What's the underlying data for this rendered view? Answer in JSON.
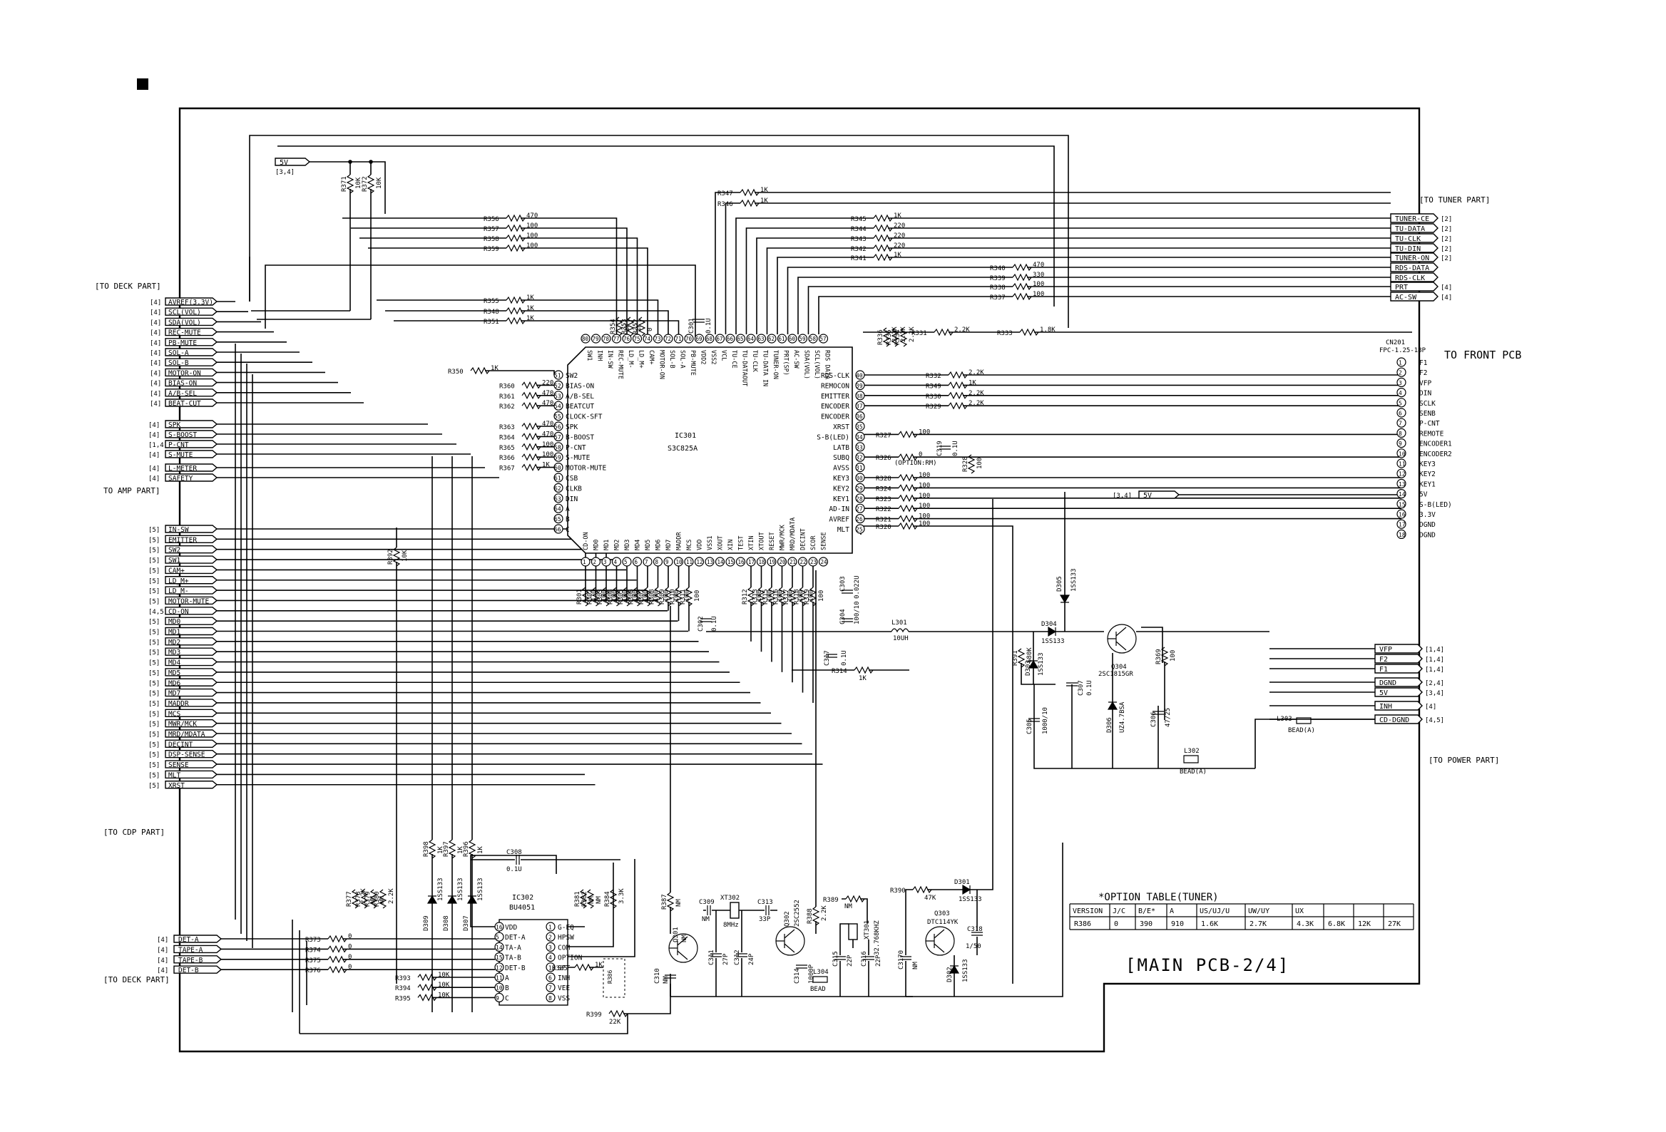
{
  "sheet": {
    "title": "[MAIN PCB-2/4]"
  },
  "section_labels": {
    "to_tuner": "[TO TUNER PART]",
    "to_deck_top": "[TO DECK PART]",
    "to_amp": "TO AMP PART]",
    "to_cdp": "[TO CDP PART]",
    "to_deck_bottom": "[TO DECK PART]",
    "to_front": "TO FRONT PCB",
    "to_power": "[TO POWER PART]"
  },
  "power_flag": {
    "label": "5V",
    "ref": "[3,4]"
  },
  "right_5v_flag": {
    "label": "5V",
    "ref": "[3,4]"
  },
  "pullups": [
    {
      "ref": "R371",
      "value": "10K"
    },
    {
      "ref": "R372",
      "value": "10K"
    }
  ],
  "ic301": {
    "ref": "IC301",
    "part": "S3C825A",
    "left_pins": [
      {
        "num": "51",
        "name": "SW2"
      },
      {
        "num": "52",
        "name": "BIAS-ON"
      },
      {
        "num": "53",
        "name": "A/B-SEL"
      },
      {
        "num": "54",
        "name": "BEATCUT"
      },
      {
        "num": "55",
        "name": "CLOCK-SFT"
      },
      {
        "num": "56",
        "name": "SPK"
      },
      {
        "num": "57",
        "name": "B-BOOST"
      },
      {
        "num": "58",
        "name": "P-CNT"
      },
      {
        "num": "59",
        "name": "S-MUTE"
      },
      {
        "num": "60",
        "name": "MOTOR-MUTE"
      },
      {
        "num": "61",
        "name": "CSB"
      },
      {
        "num": "62",
        "name": "CLKB"
      },
      {
        "num": "63",
        "name": "DIN"
      },
      {
        "num": "64",
        "name": "A"
      },
      {
        "num": "65",
        "name": "B"
      },
      {
        "num": "66",
        "name": "C"
      }
    ],
    "right_pins": [
      {
        "num": "40",
        "name": "RDS-CLK"
      },
      {
        "num": "39",
        "name": "REMOCON"
      },
      {
        "num": "38",
        "name": "EMITTER"
      },
      {
        "num": "37",
        "name": "ENCODER"
      },
      {
        "num": "36",
        "name": "ENCODER"
      },
      {
        "num": "35",
        "name": "XRST"
      },
      {
        "num": "34",
        "name": "S-B(LED)"
      },
      {
        "num": "33",
        "name": "LATB"
      },
      {
        "num": "32",
        "name": "SUBQ"
      },
      {
        "num": "31",
        "name": "AVSS"
      },
      {
        "num": "30",
        "name": "KEY3"
      },
      {
        "num": "29",
        "name": "KEY2"
      },
      {
        "num": "28",
        "name": "KEY1"
      },
      {
        "num": "27",
        "name": "AD-IN"
      },
      {
        "num": "26",
        "name": "AVREF"
      },
      {
        "num": "25",
        "name": "MLT"
      }
    ],
    "top_pins": [
      {
        "num": "80",
        "name": "SW1"
      },
      {
        "num": "79",
        "name": "INH"
      },
      {
        "num": "78",
        "name": "IN-SW"
      },
      {
        "num": "77",
        "name": "REC-MUTE"
      },
      {
        "num": "76",
        "name": "LD_M-"
      },
      {
        "num": "75",
        "name": "LD_M+"
      },
      {
        "num": "74",
        "name": "CAM+"
      },
      {
        "num": "73",
        "name": "MOTOR-ON"
      },
      {
        "num": "72",
        "name": "SOL-B"
      },
      {
        "num": "71",
        "name": "SOL-A"
      },
      {
        "num": "70",
        "name": "PB-MUTE"
      },
      {
        "num": "69",
        "name": "VDD2"
      },
      {
        "num": "68",
        "name": "VSS2"
      },
      {
        "num": "67",
        "name": "VCL"
      },
      {
        "num": "66",
        "name": "TU-CE"
      },
      {
        "num": "65",
        "name": "TU-DATAOUT"
      },
      {
        "num": "64",
        "name": "TU-CLK"
      },
      {
        "num": "63",
        "name": "TU-DATA IN"
      },
      {
        "num": "62",
        "name": "TUNER-ON"
      },
      {
        "num": "61",
        "name": "PRT(SP)"
      },
      {
        "num": "60",
        "name": "AC-SW"
      },
      {
        "num": "59",
        "name": "SDA(VOL)"
      },
      {
        "num": "58",
        "name": "SCL(VOL)"
      },
      {
        "num": "57",
        "name": "RDS DATA"
      }
    ],
    "bottom_pins": [
      {
        "num": "1",
        "name": "CD-ON"
      },
      {
        "num": "2",
        "name": "MD0"
      },
      {
        "num": "3",
        "name": "MD1"
      },
      {
        "num": "4",
        "name": "MD2"
      },
      {
        "num": "5",
        "name": "MD3"
      },
      {
        "num": "6",
        "name": "MD4"
      },
      {
        "num": "7",
        "name": "MD5"
      },
      {
        "num": "8",
        "name": "MD6"
      },
      {
        "num": "9",
        "name": "MD7"
      },
      {
        "num": "10",
        "name": "MADDR"
      },
      {
        "num": "11",
        "name": "MCS"
      },
      {
        "num": "12",
        "name": "VDD"
      },
      {
        "num": "13",
        "name": "VSS1"
      },
      {
        "num": "14",
        "name": "XOUT"
      },
      {
        "num": "15",
        "name": "XIN"
      },
      {
        "num": "16",
        "name": "TEST"
      },
      {
        "num": "17",
        "name": "XTIN"
      },
      {
        "num": "18",
        "name": "XTOUT"
      },
      {
        "num": "19",
        "name": "RESET"
      },
      {
        "num": "20",
        "name": "MWR/MCK"
      },
      {
        "num": "21",
        "name": "MRD/MDATA"
      },
      {
        "num": "22",
        "name": "DECINT"
      },
      {
        "num": "23",
        "name": "SCOR"
      },
      {
        "num": "24",
        "name": "SENSE"
      }
    ]
  },
  "deck_connector": [
    {
      "ref": "[4]",
      "name": "AVREF(3.3V)"
    },
    {
      "ref": "[4]",
      "name": "SCL(VOL)"
    },
    {
      "ref": "[4]",
      "name": "SDA(VOL)"
    },
    {
      "ref": "[4]",
      "name": "REC-MUTE"
    },
    {
      "ref": "[4]",
      "name": "PB-MUTE"
    },
    {
      "ref": "[4]",
      "name": "SOL-A"
    },
    {
      "ref": "[4]",
      "name": "SOL-B"
    },
    {
      "ref": "[4]",
      "name": "MOTOR-ON"
    },
    {
      "ref": "[4]",
      "name": "BIAS-ON"
    },
    {
      "ref": "[4]",
      "name": "A/B-SEL"
    },
    {
      "ref": "[4]",
      "name": "BEAT-CUT"
    }
  ],
  "amp_connector": [
    {
      "ref": "[4]",
      "name": "SPK"
    },
    {
      "ref": "[4]",
      "name": "S-BOOST"
    },
    {
      "ref": "[1,4]",
      "name": "P-CNT"
    },
    {
      "ref": "[4]",
      "name": "S-MUTE"
    },
    {
      "ref": "[4]",
      "name": "L-METER"
    },
    {
      "ref": "[4]",
      "name": "SAFETY"
    }
  ],
  "cdp_connector": [
    {
      "ref": "[5]",
      "name": "IN-SW"
    },
    {
      "ref": "[5]",
      "name": "EMITTER"
    },
    {
      "ref": "[5]",
      "name": "SW2"
    },
    {
      "ref": "[5]",
      "name": "SW1"
    },
    {
      "ref": "[5]",
      "name": "CAM+"
    },
    {
      "ref": "[5]",
      "name": "LD_M+"
    },
    {
      "ref": "[5]",
      "name": "LD_M-"
    },
    {
      "ref": "[5]",
      "name": "MOTOR-MUTE"
    },
    {
      "ref": "[4,5]",
      "name": "CD-ON"
    },
    {
      "ref": "[5]",
      "name": "MD0"
    },
    {
      "ref": "[5]",
      "name": "MD1"
    },
    {
      "ref": "[5]",
      "name": "MD2"
    },
    {
      "ref": "[5]",
      "name": "MD3"
    },
    {
      "ref": "[5]",
      "name": "MD4"
    },
    {
      "ref": "[5]",
      "name": "MD5"
    },
    {
      "ref": "[5]",
      "name": "MD6"
    },
    {
      "ref": "[5]",
      "name": "MD7"
    },
    {
      "ref": "[5]",
      "name": "MADDR"
    },
    {
      "ref": "[5]",
      "name": "MCS"
    },
    {
      "ref": "[5]",
      "name": "MWR/MCK"
    },
    {
      "ref": "[5]",
      "name": "MRD/MDATA"
    },
    {
      "ref": "[5]",
      "name": "DECINT"
    },
    {
      "ref": "[5]",
      "name": "DSP-SENSE"
    },
    {
      "ref": "[5]",
      "name": "SENSE"
    },
    {
      "ref": "[5]",
      "name": "MLT"
    },
    {
      "ref": "[5]",
      "name": "XRST"
    }
  ],
  "deck_bottom_connector": [
    {
      "ref": "[4]",
      "name": "DET-A"
    },
    {
      "ref": "[4]",
      "name": "TAPE-A"
    },
    {
      "ref": "[4]",
      "name": "TAPE-B"
    },
    {
      "ref": "[4]",
      "name": "DET-B"
    }
  ],
  "tuner_connector": [
    {
      "name": "TUNER-CE",
      "ref": "[2]"
    },
    {
      "name": "TU-DATA",
      "ref": "[2]"
    },
    {
      "name": "TU-CLK",
      "ref": "[2]"
    },
    {
      "name": "TU-DIN",
      "ref": "[2]"
    },
    {
      "name": "TUNER-ON",
      "ref": "[2]"
    },
    {
      "name": "RDS-DATA",
      "ref": ""
    },
    {
      "name": "RDS-CLK",
      "ref": ""
    },
    {
      "name": "PRT",
      "ref": "[4]"
    },
    {
      "name": "AC-SW",
      "ref": "[4]"
    }
  ],
  "tuner_resistors": [
    {
      "ref": "R347",
      "value": "1K"
    },
    {
      "ref": "R346",
      "value": "1K"
    },
    {
      "ref": "R345",
      "value": "1K"
    },
    {
      "ref": "R344",
      "value": "220"
    },
    {
      "ref": "R343",
      "value": "220"
    },
    {
      "ref": "R342",
      "value": "220"
    },
    {
      "ref": "R341",
      "value": "1K"
    },
    {
      "ref": "R340",
      "value": "470"
    },
    {
      "ref": "R339",
      "value": "330"
    },
    {
      "ref": "R338",
      "value": "100"
    },
    {
      "ref": "R337",
      "value": "100"
    }
  ],
  "top_resistors": [
    {
      "ref": "R356",
      "value": "470"
    },
    {
      "ref": "R357",
      "value": "100"
    },
    {
      "ref": "R358",
      "value": "100"
    },
    {
      "ref": "R359",
      "value": "100"
    },
    {
      "ref": "R355",
      "value": "1K"
    },
    {
      "ref": "R348",
      "value": "1K"
    },
    {
      "ref": "R351",
      "value": "1K"
    },
    {
      "ref": "R354",
      "value": "1K"
    },
    {
      "ref": "R353",
      "value": "1K"
    },
    {
      "ref": "R352",
      "value": "0"
    },
    {
      "ref": "C301",
      "value": "0.1U"
    },
    {
      "ref": "R331",
      "value": "2.2K"
    },
    {
      "ref": "R333",
      "value": "1.8K"
    }
  ],
  "left_resistors": [
    {
      "ref": "R350",
      "value": "1K"
    },
    {
      "ref": "R360",
      "value": "220"
    },
    {
      "ref": "R361",
      "value": "470"
    },
    {
      "ref": "R362",
      "value": "470"
    },
    {
      "ref": "R363",
      "value": "470"
    },
    {
      "ref": "R364",
      "value": "470"
    },
    {
      "ref": "R365",
      "value": "100"
    },
    {
      "ref": "R366",
      "value": "100"
    },
    {
      "ref": "R367",
      "value": "1K"
    },
    {
      "ref": "R392",
      "value": "10K"
    }
  ],
  "right_resistors": [
    {
      "ref": "R336",
      "value": "2.2K"
    },
    {
      "ref": "R335",
      "value": "2.2K"
    },
    {
      "ref": "R334",
      "value": "2.2K"
    },
    {
      "ref": "R332",
      "value": "2.2K"
    },
    {
      "ref": "R349",
      "value": "1K"
    },
    {
      "ref": "R330",
      "value": "2.2K"
    },
    {
      "ref": "R329",
      "value": "2.2K"
    },
    {
      "ref": "R327",
      "value": "100"
    },
    {
      "ref": "R326",
      "value": "0"
    },
    {
      "ref": "C319",
      "value": "0.1U"
    },
    {
      "ref": "R328",
      "value": "100"
    },
    {
      "ref": "R324",
      "value": "100"
    },
    {
      "ref": "R323",
      "value": "100"
    },
    {
      "ref": "R322",
      "value": "100"
    },
    {
      "ref": "R321",
      "value": "100"
    },
    {
      "ref": "R320",
      "value": "100"
    }
  ],
  "option_rm": "(OPTION:RM)",
  "bottom_resistors": [
    {
      "ref": "R301",
      "value": "470"
    },
    {
      "ref": "R302",
      "value": "100"
    },
    {
      "ref": "R303",
      "value": "100"
    },
    {
      "ref": "R304",
      "value": "100"
    },
    {
      "ref": "R305",
      "value": "100"
    },
    {
      "ref": "R306",
      "value": "100"
    },
    {
      "ref": "R307",
      "value": "100"
    },
    {
      "ref": "R308",
      "value": "100"
    },
    {
      "ref": "R309",
      "value": "100"
    },
    {
      "ref": "R310",
      "value": "100"
    },
    {
      "ref": "R311",
      "value": "100"
    },
    {
      "ref": "R312",
      "value": "100"
    },
    {
      "ref": "R313",
      "value": "100"
    },
    {
      "ref": "R315",
      "value": "100"
    },
    {
      "ref": "R316",
      "value": "100"
    },
    {
      "ref": "R317",
      "value": "100"
    },
    {
      "ref": "R318",
      "value": "100"
    },
    {
      "ref": "R319",
      "value": "100"
    }
  ],
  "power_parts": {
    "c303": {
      "ref": "C303",
      "value": "0.022U"
    },
    "c304": {
      "ref": "C304",
      "value": "100/10"
    },
    "c302": {
      "ref": "C302",
      "value": "0.1U"
    },
    "l301": {
      "ref": "L301",
      "value": "10UH"
    },
    "c317": {
      "ref": "C317",
      "value": "0.1U"
    },
    "r314": {
      "ref": "R314",
      "value": "1K"
    },
    "d305": {
      "ref": "D305",
      "value": "1SS133"
    },
    "d304": {
      "ref": "D304",
      "value": "1SS133"
    },
    "d303": {
      "ref": "D303",
      "value": "1SS133"
    },
    "q304": {
      "ref": "Q304",
      "value": "2SC1815GR"
    },
    "r391": {
      "ref": "R391",
      "value": "680K"
    },
    "r369": {
      "ref": "R369",
      "value": "100"
    },
    "c307": {
      "ref": "C307",
      "value": "0.1U"
    },
    "c305": {
      "ref": "C305",
      "value": "1000/10"
    },
    "d306": {
      "ref": "D306",
      "value": "UZ4.7BSA"
    },
    "c306": {
      "ref": "C306",
      "value": "47/25"
    },
    "l302": {
      "ref": "L302",
      "value": "BEAD(A)"
    },
    "l303": {
      "ref": "L303",
      "value": "BEAD(A)"
    }
  },
  "front_connector": {
    "ref": "CN201",
    "part": "FPC-1.25-18P",
    "pins": [
      {
        "num": "1",
        "name": "F1"
      },
      {
        "num": "2",
        "name": "F2"
      },
      {
        "num": "3",
        "name": "VFP"
      },
      {
        "num": "4",
        "name": "DIN"
      },
      {
        "num": "5",
        "name": "SCLK"
      },
      {
        "num": "6",
        "name": "SENB"
      },
      {
        "num": "7",
        "name": "P-CNT"
      },
      {
        "num": "8",
        "name": "REMOTE"
      },
      {
        "num": "9",
        "name": "ENCODER1"
      },
      {
        "num": "10",
        "name": "ENCODER2"
      },
      {
        "num": "11",
        "name": "KEY3"
      },
      {
        "num": "12",
        "name": "KEY2"
      },
      {
        "num": "13",
        "name": "KEY1"
      },
      {
        "num": "14",
        "name": "5V"
      },
      {
        "num": "15",
        "name": "S-B(LED)"
      },
      {
        "num": "16",
        "name": "3.3V"
      },
      {
        "num": "17",
        "name": "DGND"
      },
      {
        "num": "18",
        "name": "DGND"
      }
    ]
  },
  "power_connector": [
    {
      "name": "VFP",
      "ref": "[1,4]"
    },
    {
      "name": "F2",
      "ref": "[1,4]"
    },
    {
      "name": "F1",
      "ref": "[1,4]"
    },
    {
      "name": "DGND",
      "ref": "[2,4]"
    },
    {
      "name": "5V",
      "ref": "[3,4]"
    },
    {
      "name": "INH",
      "ref": "[4]"
    },
    {
      "name": "CD-DGND",
      "ref": "[4,5]"
    }
  ],
  "ic302": {
    "ref": "IC302",
    "part": "BU4051",
    "left_pins": [
      {
        "num": "16",
        "name": "VDD"
      },
      {
        "num": "5",
        "name": "DET-A"
      },
      {
        "num": "14",
        "name": "TA-A"
      },
      {
        "num": "15",
        "name": "TA-B"
      },
      {
        "num": "12",
        "name": "DET-B"
      },
      {
        "num": "11",
        "name": "A"
      },
      {
        "num": "10",
        "name": "B"
      },
      {
        "num": "9",
        "name": "C"
      }
    ],
    "right_pins": [
      {
        "num": "1",
        "name": "G-EQ"
      },
      {
        "num": "2",
        "name": "HPSW"
      },
      {
        "num": "3",
        "name": "COM"
      },
      {
        "num": "4",
        "name": "OPTION"
      },
      {
        "num": "13",
        "name": "SFT"
      },
      {
        "num": "6",
        "name": "INH"
      },
      {
        "num": "7",
        "name": "VEE"
      },
      {
        "num": "8",
        "name": "VSS"
      }
    ]
  },
  "ic302_resistors": [
    {
      "ref": "R373",
      "value": "0"
    },
    {
      "ref": "R374",
      "value": "0"
    },
    {
      "ref": "R375",
      "value": "0"
    },
    {
      "ref": "R376",
      "value": "0"
    },
    {
      "ref": "R377",
      "value": "2.2K"
    },
    {
      "ref": "R378",
      "value": "NM"
    },
    {
      "ref": "R379",
      "value": "NM"
    },
    {
      "ref": "R380",
      "value": "2.2K"
    },
    {
      "ref": "R393",
      "value": "10K"
    },
    {
      "ref": "R394",
      "value": "10K"
    },
    {
      "ref": "R395",
      "value": "10K"
    },
    {
      "ref": "R398",
      "value": "1K"
    },
    {
      "ref": "R397",
      "value": "1K"
    },
    {
      "ref": "R396",
      "value": "1K"
    },
    {
      "ref": "R381",
      "value": "NM"
    },
    {
      "ref": "R382",
      "value": "NM"
    },
    {
      "ref": "R384",
      "value": "3.3K"
    },
    {
      "ref": "R385",
      "value": "1K"
    },
    {
      "ref": "R399",
      "value": "22K"
    },
    {
      "ref": "R383",
      "value": ""
    }
  ],
  "ic302_diodes": [
    {
      "ref": "D309",
      "value": "1SS133"
    },
    {
      "ref": "D308",
      "value": "1SS133"
    },
    {
      "ref": "D307",
      "value": "1SS133"
    }
  ],
  "c308": {
    "ref": "C308",
    "value": "0.1U"
  },
  "osc_parts": {
    "c309": {
      "ref": "C309",
      "value": "NM"
    },
    "x302": {
      "ref": "XT302",
      "value": "8MHz"
    },
    "c313": {
      "ref": "C313",
      "value": "33P"
    },
    "q301": {
      "ref": "Q301",
      "value": "NM"
    },
    "r387": {
      "ref": "R387",
      "value": "NM"
    },
    "c310": {
      "ref": "C310",
      "value": "NM"
    },
    "c311": {
      "ref": "C311",
      "value": "27P"
    },
    "c312": {
      "ref": "C312",
      "value": "24P"
    },
    "q302": {
      "ref": "Q302",
      "value": "2SC2552"
    },
    "r388": {
      "ref": "R388",
      "value": "2.2K"
    },
    "c314": {
      "ref": "C314",
      "value": "1000P"
    },
    "r389": {
      "ref": "R389",
      "value": "NM"
    },
    "x301": {
      "ref": "XT301",
      "value": "32.768KHZ"
    },
    "c315": {
      "ref": "C315",
      "value": "22P"
    },
    "c316": {
      "ref": "C316",
      "value": "22P"
    },
    "l304": {
      "ref": "L304",
      "value": "BEAD"
    },
    "c3170": {
      "ref": "C3170",
      "value": "NM"
    },
    "r390": {
      "ref": "R390",
      "value": "47K"
    },
    "d301": {
      "ref": "D301",
      "value": "1SS133"
    },
    "q303": {
      "ref": "Q303",
      "value": "DTC114YK"
    },
    "c318": {
      "ref": "C318",
      "value": "1/50"
    },
    "d302": {
      "ref": "D302",
      "value": "1SS133"
    }
  },
  "option_table": {
    "title": "*OPTION TABLE(TUNER)",
    "headers": [
      "VERSION",
      "J/C",
      "B/E*",
      "A",
      "US/UJ/U",
      "UW/UY",
      "UX",
      "",
      "",
      ""
    ],
    "rows": [
      [
        "R386",
        "0",
        "390",
        "910",
        "1.6K",
        "2.7K",
        "4.3K",
        "6.8K",
        "12K",
        "27K"
      ]
    ]
  }
}
